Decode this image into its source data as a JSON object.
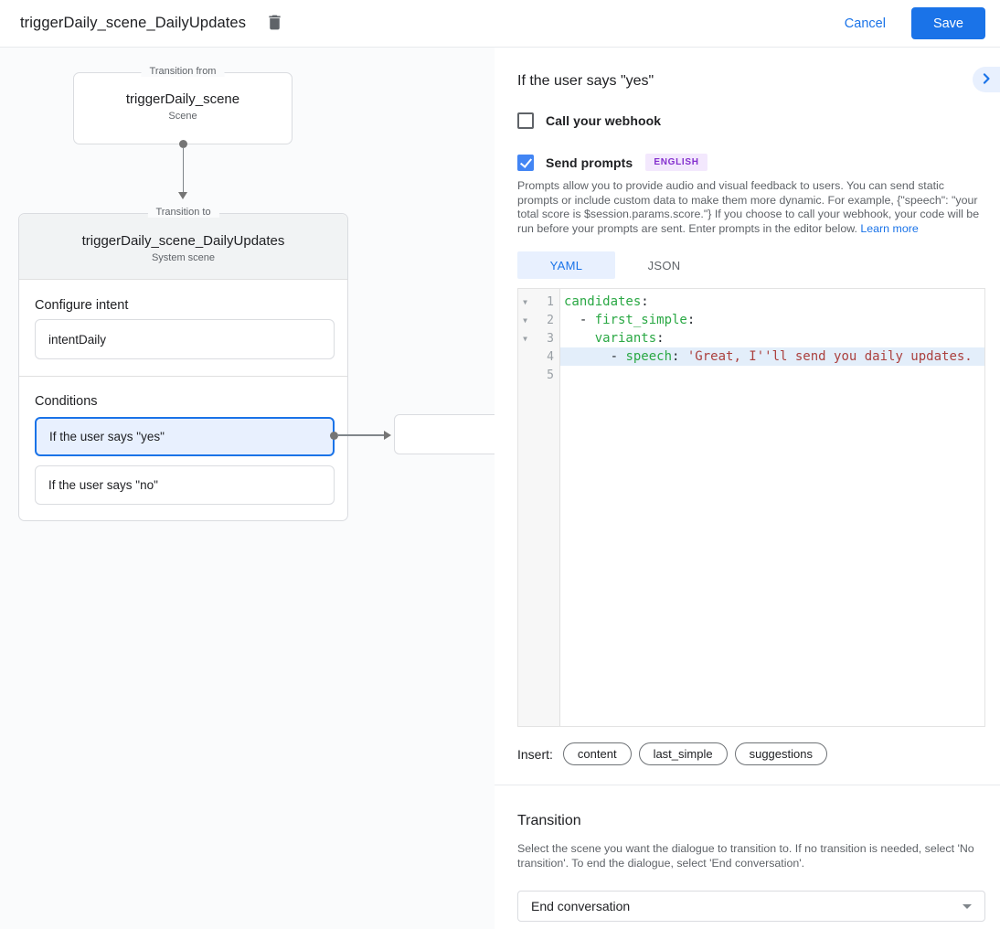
{
  "header": {
    "title": "triggerDaily_scene_DailyUpdates",
    "cancel_label": "Cancel",
    "save_label": "Save"
  },
  "diagram": {
    "from_box": {
      "legend": "Transition from",
      "title": "triggerDaily_scene",
      "subtitle": "Scene"
    },
    "to_box": {
      "legend": "Transition to",
      "title": "triggerDaily_scene_DailyUpdates",
      "subtitle": "System scene",
      "intent_section_label": "Configure intent",
      "intent_value": "intentDaily",
      "conditions_label": "Conditions",
      "conditions": [
        {
          "label": "If the user says \"yes\"",
          "selected": true
        },
        {
          "label": "If the user says \"no\"",
          "selected": false
        }
      ]
    }
  },
  "panel": {
    "title": "If the user says \"yes\"",
    "webhook_checkbox": {
      "label": "Call your webhook",
      "checked": false
    },
    "prompts_checkbox": {
      "label": "Send prompts",
      "checked": true,
      "badge": "ENGLISH"
    },
    "description": "Prompts allow you to provide audio and visual feedback to users. You can send static prompts or include custom data to make them more dynamic. For example, {\"speech\": \"your total score is $session.params.score.\"} If you choose to call your webhook, your code will be run before your prompts are sent. Enter prompts in the editor below. ",
    "learn_more_label": "Learn more",
    "tabs": [
      {
        "label": "YAML",
        "active": true
      },
      {
        "label": "JSON",
        "active": false
      }
    ],
    "editor": {
      "lines": [
        {
          "num": "1",
          "fold": true,
          "highlight": false,
          "segments": [
            {
              "type": "key",
              "text": "candidates"
            },
            {
              "type": "plain",
              "text": ":"
            }
          ]
        },
        {
          "num": "2",
          "fold": true,
          "highlight": false,
          "segments": [
            {
              "type": "plain",
              "text": "  - "
            },
            {
              "type": "key",
              "text": "first_simple"
            },
            {
              "type": "plain",
              "text": ":"
            }
          ]
        },
        {
          "num": "3",
          "fold": true,
          "highlight": false,
          "segments": [
            {
              "type": "plain",
              "text": "    "
            },
            {
              "type": "key",
              "text": "variants"
            },
            {
              "type": "plain",
              "text": ":"
            }
          ]
        },
        {
          "num": "4",
          "fold": false,
          "highlight": true,
          "segments": [
            {
              "type": "plain",
              "text": "      - "
            },
            {
              "type": "key",
              "text": "speech"
            },
            {
              "type": "plain",
              "text": ": "
            },
            {
              "type": "string",
              "text": "'Great, I''ll send you daily updates."
            }
          ]
        },
        {
          "num": "5",
          "fold": false,
          "highlight": false,
          "segments": []
        }
      ]
    },
    "insert": {
      "label": "Insert:",
      "chips": [
        "content",
        "last_simple",
        "suggestions"
      ]
    },
    "transition": {
      "heading": "Transition",
      "description": "Select the scene you want the dialogue to transition to. If no transition is needed, select 'No transition'. To end the dialogue, select 'End conversation'.",
      "selected_value": "End conversation"
    }
  },
  "colors": {
    "accent": "#1a73e8",
    "selected_bg": "#e8f0fe",
    "badge_bg": "#f3e8fd",
    "badge_text": "#8430ce",
    "code_key": "#2aa844",
    "code_string": "#ab403e",
    "line_highlight": "#e3eefa"
  }
}
